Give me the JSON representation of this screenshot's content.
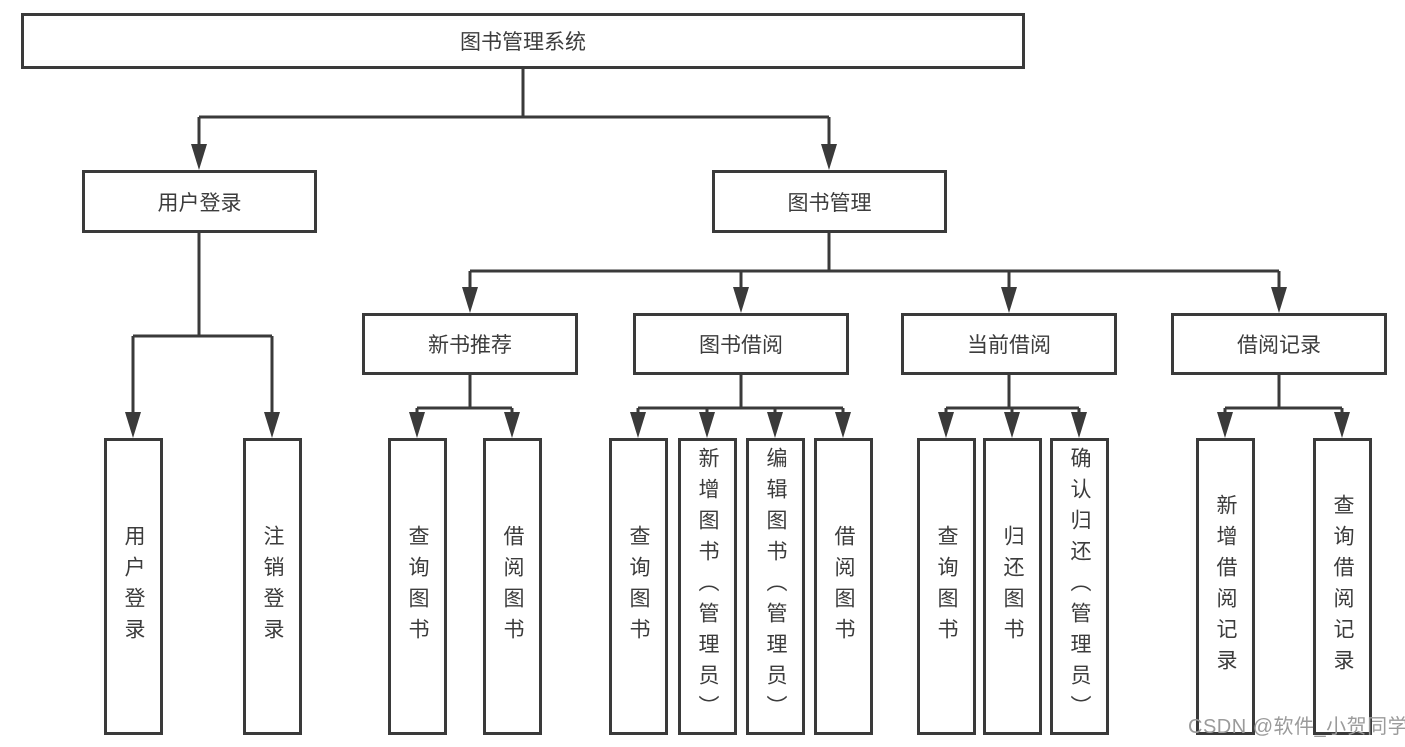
{
  "tree": {
    "root": {
      "label": "图书管理系统"
    },
    "branches": [
      {
        "label": "用户登录",
        "children": [
          {
            "label": "用户登录"
          },
          {
            "label": "注销登录"
          }
        ]
      },
      {
        "label": "图书管理",
        "groups": [
          {
            "label": "新书推荐",
            "children": [
              {
                "label": "查询图书"
              },
              {
                "label": "借阅图书"
              }
            ]
          },
          {
            "label": "图书借阅",
            "children": [
              {
                "label": "查询图书"
              },
              {
                "label": "新增图书（管理员）"
              },
              {
                "label": "编辑图书（管理员）"
              },
              {
                "label": "借阅图书"
              }
            ]
          },
          {
            "label": "当前借阅",
            "children": [
              {
                "label": "查询图书"
              },
              {
                "label": "归还图书"
              },
              {
                "label": "确认归还（管理员）"
              }
            ]
          },
          {
            "label": "借阅记录",
            "children": [
              {
                "label": "新增借阅记录"
              },
              {
                "label": "查询借阅记录"
              }
            ]
          }
        ]
      }
    ]
  },
  "watermark": {
    "text": "CSDN @软件_小贺同学"
  },
  "colors": {
    "line": "#3a3a3a",
    "text": "#3c3c3c",
    "watermark": "#9b9b9b",
    "background": "#ffffff"
  }
}
